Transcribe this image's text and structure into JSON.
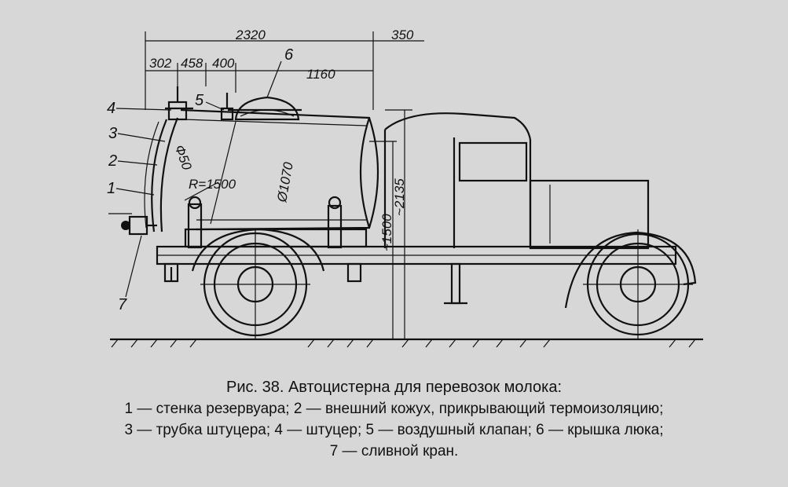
{
  "figure": {
    "dimensions": {
      "d2320": "2320",
      "d350": "350",
      "d302": "302",
      "d458": "458",
      "d400": "400",
      "d1160": "1160",
      "d650": "Ф50",
      "r1500": "R=1500",
      "d1070": "Ø1070",
      "d1500": "~1500",
      "d2135": "~2135"
    },
    "callouts": [
      "1",
      "2",
      "3",
      "4",
      "5",
      "6",
      "7"
    ]
  },
  "caption": {
    "title": "Рис. 38. Автоцистерна для перевозок молока:",
    "line1": "1 — стенка резервуара; 2 — внешний кожух, прикрывающий термоизоляцию;",
    "line2": "3 — трубка штуцера; 4 — штуцер; 5 — воздушный клапан; 6 — крышка люка;",
    "line3": "7 — сливной кран."
  }
}
